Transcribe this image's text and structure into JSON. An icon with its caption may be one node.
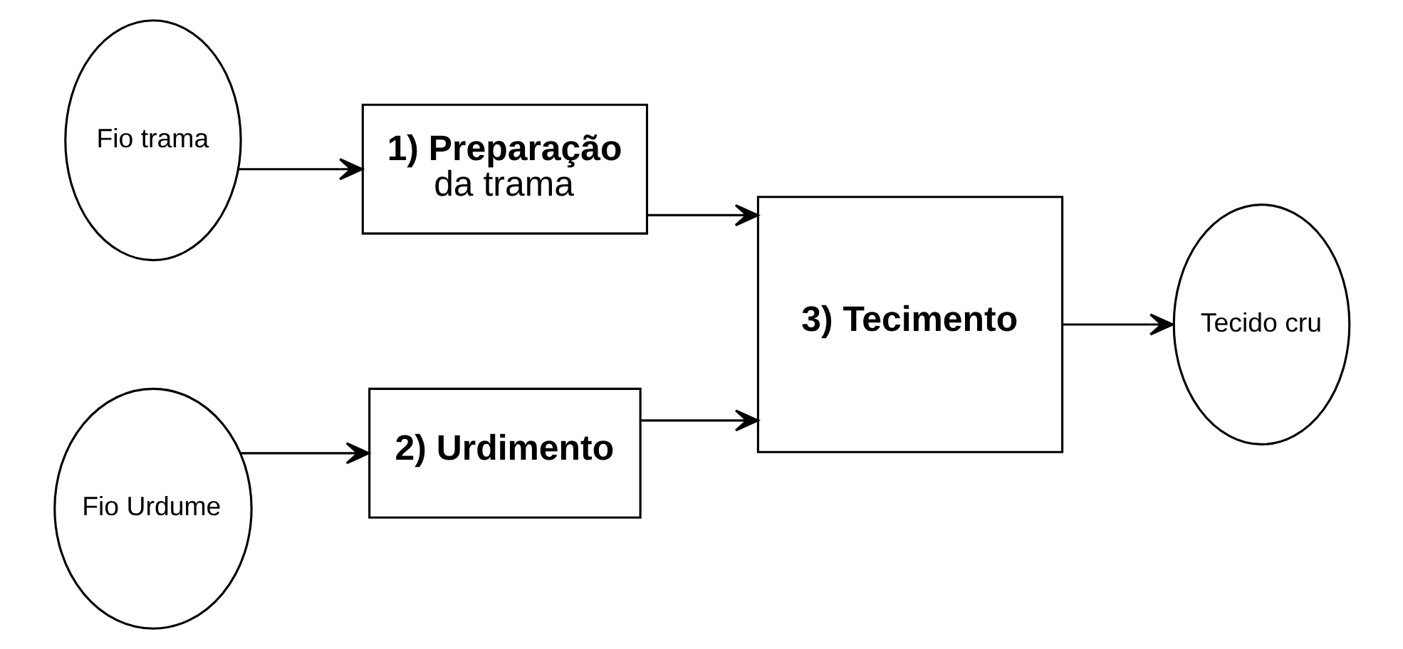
{
  "diagram": {
    "nodes": [
      {
        "text": [
          "Fio trama"
        ]
      },
      {
        "text": [
          "1) Preparação",
          "da trama"
        ]
      },
      {
        "text": [
          "Fio Urdume"
        ]
      },
      {
        "text": [
          "2) Urdimento"
        ]
      },
      {
        "text": [
          "3) Tecimento"
        ]
      },
      {
        "text": [
          "Tecido cru"
        ]
      }
    ],
    "edges": [
      {
        "from": 0,
        "to": 1,
        "arrow": "to"
      },
      {
        "from": 2,
        "to": 3,
        "arrow": "to"
      },
      {
        "from": 1,
        "to": 4,
        "arrow": "to"
      },
      {
        "from": 3,
        "to": 4,
        "arrow": "to"
      },
      {
        "from": 4,
        "to": 5,
        "arrow": "to"
      }
    ]
  }
}
